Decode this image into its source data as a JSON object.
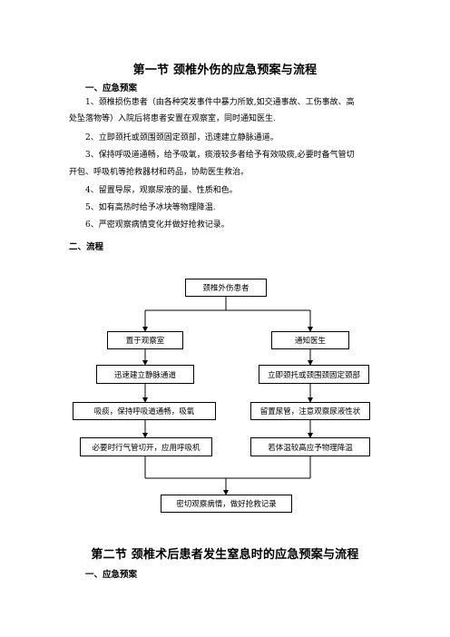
{
  "section1": {
    "title": "第一节  颈椎外伤的应急预案与流程",
    "heading_plan": "一、应急预案",
    "items": [
      "1、颈椎损伤患者（由各种突发事件中暴力所致,如交通事故、工伤事故、高",
      "处坠落物等）入院后将患者安置在观察室，同时通知医生.",
      "2、立即颈托或颈围颈固定颈部，迅速建立静脉通道。",
      "3、保持呼吸道通畅，给予吸氧，痰液较多者给予有效吸痰,必要时备气管切",
      "开包、呼吸机等抢救器材和药品，协助医生救治。",
      "4、留置导尿，观察尿液的量、性质和色。",
      "5、如有高热时给予冰块等物理降温.",
      "6、严密观察病情变化并做好抢救记录。"
    ],
    "heading_flow": "二、流程"
  },
  "flowchart": {
    "top": "颈椎外伤患者",
    "left": [
      "置于观察室",
      "迅速建立静脉通道",
      "吸痰，保持呼吸道通畅，吸氧",
      "必要时行气管切开，应用呼吸机"
    ],
    "right": [
      "通知医生",
      "立即颈托或颈围颈固定颈部",
      "留置尿管，注意观察尿液性状",
      "若体温较高应予物理降温"
    ],
    "bottom": "密切观察病情，做好抢救记录"
  },
  "section2": {
    "title": "第二节  颈椎术后患者发生窒息时的应急预案与流程",
    "heading_plan": "一、应急预案"
  }
}
